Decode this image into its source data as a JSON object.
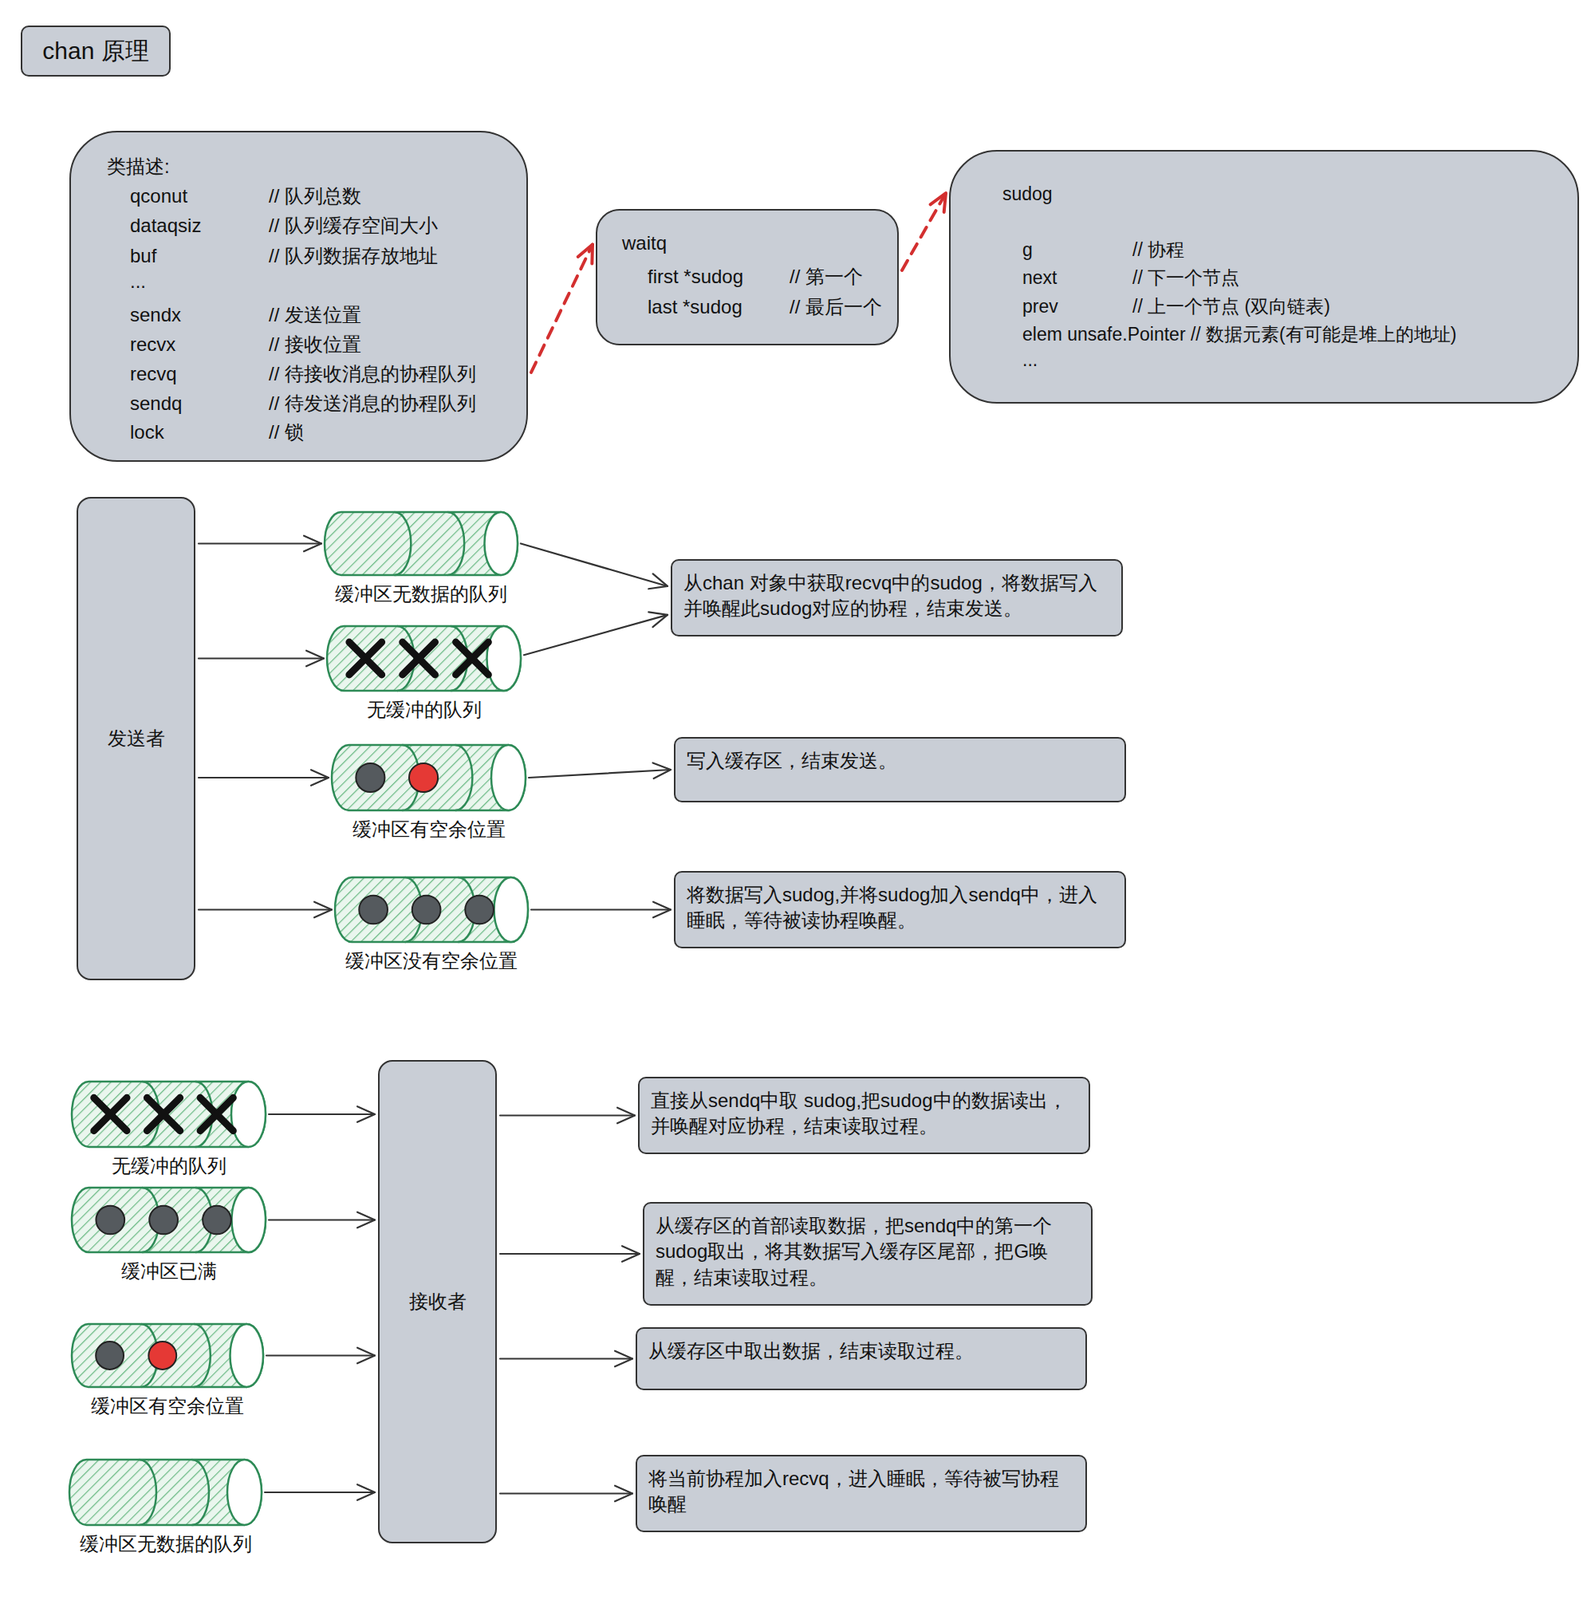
{
  "diagram": {
    "title": "chan 原理",
    "nodes": [
      {
        "text": [
          "类描述:",
          "qconut",
          "// 队列总数",
          "dataqsiz",
          "// 队列缓存空间大小",
          "buf",
          "// 队列数据存放地址",
          "...",
          "sendx",
          "// 发送位置",
          "recvx",
          "// 接收位置",
          "recvq",
          "// 待接收消息的协程队列",
          "sendq",
          "// 待发送消息的协程队列",
          "lock",
          "//  锁"
        ]
      },
      {
        "text": [
          "waitq",
          "first *sudog",
          "// 第一个",
          "last *sudog",
          "// 最后一个"
        ]
      },
      {
        "text": [
          "sudog",
          "g",
          "// 协程",
          "next",
          "// 下一个节点",
          "prev",
          "// 上一个节点 (双向链表)",
          "elem unsafe.Pointer // 数据元素(有可能是堆上的地址)",
          "..."
        ]
      },
      {
        "text": [
          "发送者"
        ]
      },
      {
        "text": [
          "缓冲区无数据的队列"
        ]
      },
      {
        "text": [
          "从chan 对象中获取recvq中的sudog，将数据写入并唤醒此sudog对应的协程，结束发送。"
        ]
      },
      {
        "text": [
          "无缓冲的队列"
        ]
      },
      {
        "text": [
          "缓冲区有空余位置"
        ]
      },
      {
        "text": [
          "写入缓存区，结束发送。"
        ]
      },
      {
        "text": [
          "缓冲区没有空余位置"
        ]
      },
      {
        "text": [
          "将数据写入sudog,并将sudog加入sendq中，进入睡眠，等待被读协程唤醒。"
        ]
      },
      {
        "text": [
          "无缓冲的队列"
        ]
      },
      {
        "text": [
          "接收者"
        ]
      },
      {
        "text": [
          "直接从sendq中取 sudog,把sudog中的数据读出，并唤醒对应协程，结束读取过程。"
        ]
      },
      {
        "text": [
          "缓冲区已满"
        ]
      },
      {
        "text": [
          "从缓存区的首部读取数据，把sendq中的第一个sudog取出，将其数据写入缓存区尾部，把G唤醒，结束读取过程。"
        ]
      },
      {
        "text": [
          "缓冲区有空余位置"
        ]
      },
      {
        "text": [
          "从缓存区中取出数据，结束读取过程。"
        ]
      },
      {
        "text": [
          "缓冲区无数据的队列"
        ]
      },
      {
        "text": [
          "将当前协程加入recvq，进入睡眠，等待被写协程唤醒"
        ]
      }
    ],
    "edges": [
      {
        "from": 0,
        "to": 1,
        "arrow": "to"
      },
      {
        "from": 1,
        "to": 2,
        "arrow": "to"
      },
      {
        "from": 3,
        "to": 4,
        "arrow": "to"
      },
      {
        "from": 3,
        "to": 6,
        "arrow": "to"
      },
      {
        "from": 3,
        "to": 7,
        "arrow": "to"
      },
      {
        "from": 3,
        "to": 9,
        "arrow": "to"
      },
      {
        "from": 4,
        "to": 5,
        "arrow": "to"
      },
      {
        "from": 6,
        "to": 5,
        "arrow": "to"
      },
      {
        "from": 7,
        "to": 8,
        "arrow": "to"
      },
      {
        "from": 9,
        "to": 10,
        "arrow": "to"
      },
      {
        "from": 11,
        "to": 12,
        "arrow": "to"
      },
      {
        "from": 14,
        "to": 12,
        "arrow": "to"
      },
      {
        "from": 16,
        "to": 12,
        "arrow": "to"
      },
      {
        "from": 18,
        "to": 12,
        "arrow": "to"
      },
      {
        "from": 12,
        "to": 13,
        "arrow": "to"
      },
      {
        "from": 12,
        "to": 15,
        "arrow": "to"
      },
      {
        "from": 12,
        "to": 17,
        "arrow": "to"
      },
      {
        "from": 12,
        "to": 19,
        "arrow": "to"
      }
    ]
  }
}
